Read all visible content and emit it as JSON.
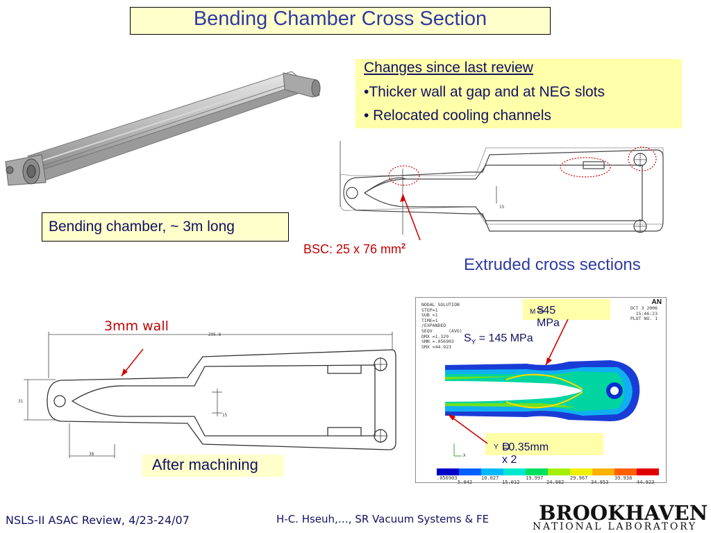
{
  "title": "Bending Chamber Cross Section",
  "changes": {
    "heading": "Changes since last review",
    "items": [
      "•Thicker wall at gap and at NEG slots",
      "• Relocated cooling channels"
    ]
  },
  "chamber_caption": "Bending chamber, ~ 3m long",
  "bsc": {
    "text": "BSC: 25 x 76 mm",
    "sup": "2"
  },
  "extruded_caption": "Extruded cross sections",
  "wall_label": "3mm wall",
  "after_machining": "After machining",
  "dimensions": {
    "overall": "295.8",
    "height": "31",
    "gap": "15",
    "offset": "38",
    "gap_top": "15"
  },
  "ansys": {
    "logo": "AN",
    "header_lines": [
      "NODAL SOLUTION",
      "",
      "STEP=1",
      "SUB =1",
      "TIME=1",
      "/EXPANDED",
      "SEQV      (AVG)",
      "DMX =1.329",
      "SMN =.056903",
      "SMX =44.923"
    ],
    "date_lines": [
      "OCT  3 2006",
      "15:46:23",
      "PLOT NO.   1"
    ],
    "scale_top": [
      ".056903",
      "10.027",
      "19.997",
      "29.967",
      "39.938"
    ],
    "scale_bottom": [
      "5.042",
      "15.012",
      "24.982",
      "34.953",
      "44.923"
    ],
    "scale_colors": [
      "#0000c8",
      "#0060ff",
      "#00b8ff",
      "#00e8d0",
      "#00e060",
      "#a0f000",
      "#f0f000",
      "#ffb000",
      "#ff6000",
      "#e00000"
    ]
  },
  "sm_label": {
    "main": "S",
    "sub": "M",
    "rest": "=45 MPa"
  },
  "sy_label": {
    "main": "S",
    "sub": "Y",
    "rest": " = 145 MPa"
  },
  "dy_label": {
    "main": "D",
    "sub": "Y",
    "rest": "=0.35mm x 2"
  },
  "footer": {
    "left": "NSLS-II ASAC Review, 4/23-24/07",
    "center": "H-C. Hseuh,…, SR Vacuum Systems & FE"
  },
  "logo": {
    "line1": "BROOKHAVEN",
    "line2": "NATIONAL LABORATORY"
  }
}
